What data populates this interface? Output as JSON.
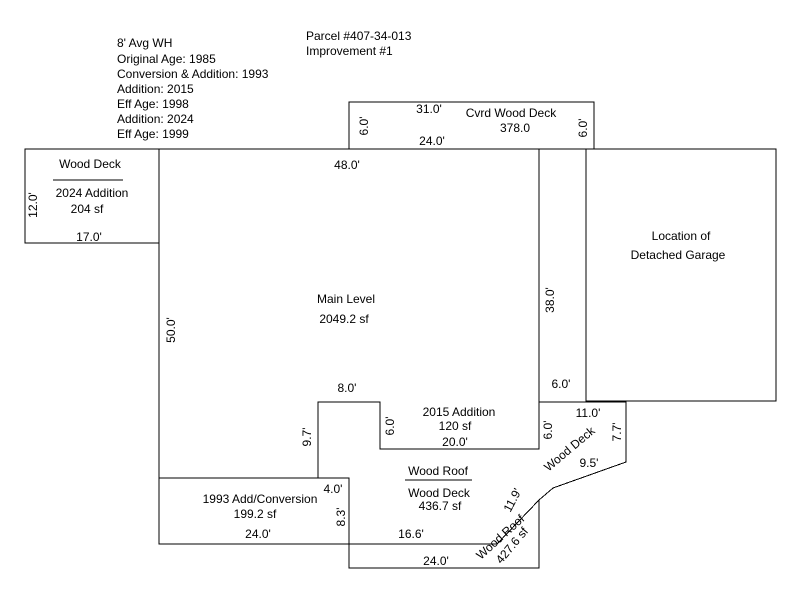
{
  "header": {
    "info_lines": [
      "8' Avg WH",
      "Original Age: 1985",
      "Conversion & Addition: 1993",
      "Addition: 2015",
      "Eff Age: 1998",
      "Addition: 2024",
      "Eff Age: 1999"
    ],
    "parcel": "Parcel #407-34-013",
    "improvement": "Improvement #1"
  },
  "areas": {
    "wood_deck_2024": {
      "title": "Wood Deck",
      "name": "2024 Addition",
      "area": "204 sf"
    },
    "covered_deck": {
      "name": "Cvrd Wood Deck",
      "area": "378.0"
    },
    "main_level": {
      "name": "Main Level",
      "area": "2049.2 sf"
    },
    "garage": {
      "line1": "Location of",
      "line2": "Detached Garage"
    },
    "addition_2015": {
      "name": "2015 Addition",
      "area": "120 sf"
    },
    "add_conversion_1993": {
      "name": "1993 Add/Conversion",
      "area": "199.2 sf"
    },
    "wood_roof_deck": {
      "roof": "Wood Roof",
      "deck": "Wood Deck",
      "area": "436.7 sf"
    },
    "wood_deck_side": {
      "name": "Wood Deck"
    },
    "wood_roof_small": {
      "name": "Wood Roof",
      "area": "427.6 sf"
    }
  },
  "dimensions": {
    "deck_left": "12.0'",
    "deck_bottom": "17.0'",
    "cvrd_top": "31.0'",
    "cvrd_bottom": "24.0'",
    "cvrd_left": "6.0'",
    "cvrd_right": "6.0'",
    "main_top": "48.0'",
    "main_left": "50.0'",
    "main_right": "38.0'",
    "notch_top": "8.0'",
    "notch_right": "6.0'",
    "notch_left": "9.7'",
    "add2015_left": "6.0'",
    "add2015_bottom": "20.0'",
    "add2015_right": "6.0'",
    "side_top": "11.0'",
    "side_right": "7.7'",
    "side_diag": "9.5'",
    "diag_long": "11.9'",
    "conv_step": "4.0'",
    "conv_right": "8.3'",
    "conv_bottom": "24.0'",
    "roof_mid": "16.6'",
    "roof_bottom": "24.0'"
  }
}
